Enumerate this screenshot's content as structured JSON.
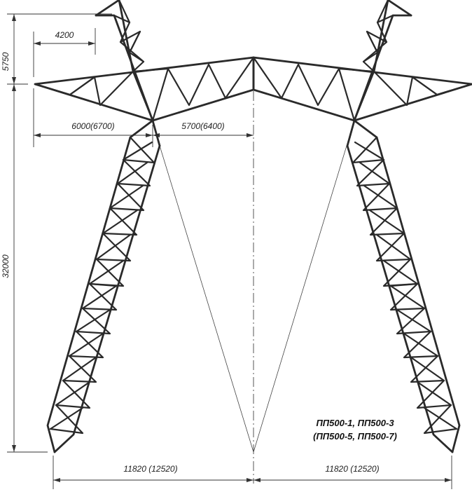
{
  "dimensions": {
    "top_height": "5750",
    "tower_height": "32000",
    "peak_offset": "4200",
    "left_arm": "6000(6700)",
    "inner_half": "5700(6400)",
    "base_left": "11820 (12520)",
    "base_right": "11820 (12520)"
  },
  "caption": {
    "line1": "ПП500-1, ПП500-3",
    "line2": "(ПП500-5, ПП500-7)"
  },
  "colors": {
    "structure": "#2a2a2a",
    "background": "#ffffff"
  }
}
